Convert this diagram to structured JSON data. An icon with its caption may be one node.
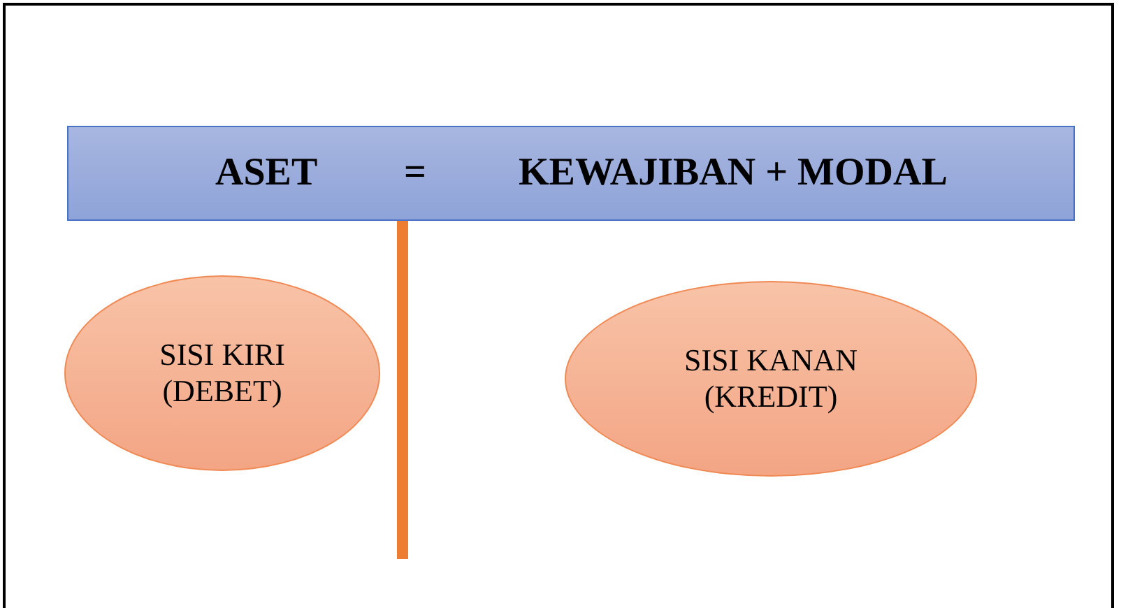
{
  "diagram": {
    "nodes": [
      {
        "text": [
          "ASET",
          "=",
          "KEWAJIBAN + MODAL"
        ]
      },
      {
        "text": [
          "SISI KIRI (DEBET)"
        ]
      },
      {
        "text": [
          "SISI KANAN (KREDIT)"
        ]
      }
    ]
  }
}
